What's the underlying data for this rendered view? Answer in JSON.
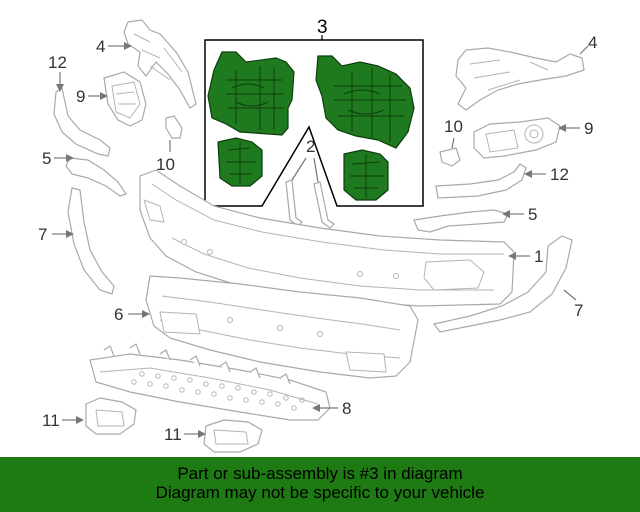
{
  "diagram": {
    "callouts": {
      "c1": "1",
      "c2": "2",
      "c3": "3",
      "c4_left": "4",
      "c4_right": "4",
      "c5_left": "5",
      "c5_right": "5",
      "c6": "6",
      "c7_left": "7",
      "c7_right": "7",
      "c8": "8",
      "c9_left": "9",
      "c9_right": "9",
      "c10_left": "10",
      "c10_right": "10",
      "c11_left": "11",
      "c11_center": "11",
      "c12_left": "12",
      "c12_right": "12"
    },
    "highlighted_part": "3"
  },
  "banner": {
    "line1": "Part or sub-assembly is #3 in diagram",
    "line2": "Diagram may not be specific to your vehicle"
  },
  "colors": {
    "banner_background": "#1e7a12",
    "highlight_part": "#1f7a1f",
    "outline": "#a9a9a9"
  }
}
